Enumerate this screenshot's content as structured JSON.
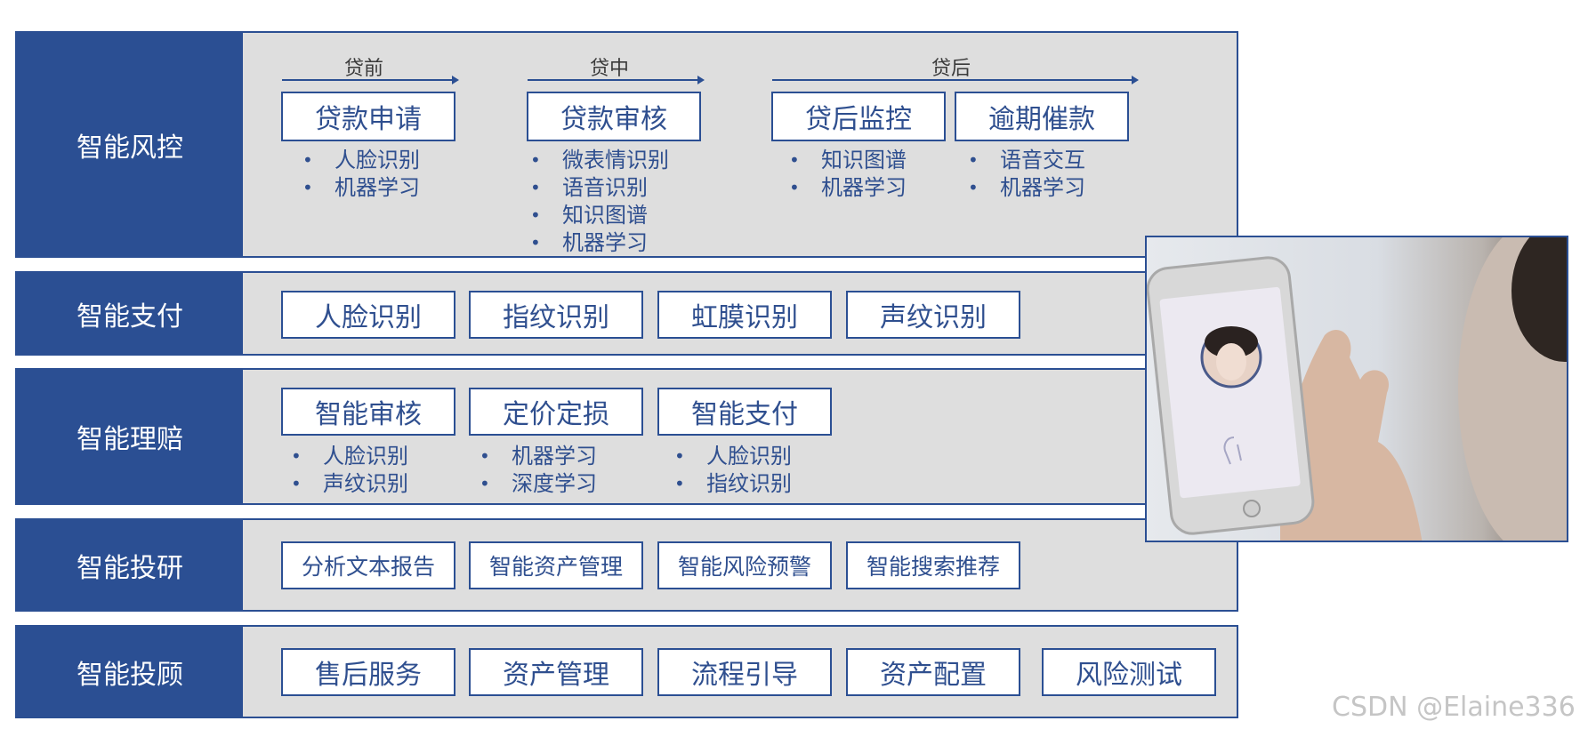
{
  "risk": {
    "label": "智能风控",
    "phases": [
      "贷前",
      "贷中",
      "贷后"
    ],
    "boxes": [
      "贷款申请",
      "贷款审核",
      "贷后监控",
      "逾期催款"
    ],
    "bullets": [
      [
        "人脸识别",
        "机器学习"
      ],
      [
        "微表情识别",
        "语音识别",
        "知识图谱",
        "机器学习"
      ],
      [
        "知识图谱",
        "机器学习"
      ],
      [
        "语音交互",
        "机器学习"
      ]
    ]
  },
  "payment": {
    "label": "智能支付",
    "boxes": [
      "人脸识别",
      "指纹识别",
      "虹膜识别",
      "声纹识别"
    ]
  },
  "claims": {
    "label": "智能理赔",
    "boxes": [
      "智能审核",
      "定价定损",
      "智能支付"
    ],
    "bullets": [
      [
        "人脸识别",
        "声纹识别"
      ],
      [
        "机器学习",
        "深度学习"
      ],
      [
        "人脸识别",
        "指纹识别"
      ]
    ]
  },
  "research": {
    "label": "智能投研",
    "boxes": [
      "分析文本报告",
      "智能资产管理",
      "智能风险预警",
      "智能搜索推荐"
    ]
  },
  "advisor": {
    "label": "智能投顾",
    "boxes": [
      "售后服务",
      "资产管理",
      "流程引导",
      "资产配置",
      "风险测试"
    ]
  },
  "watermark": "CSDN @Elaine336",
  "colors": {
    "primary": "#2b4f93",
    "band_bg": "#dedede",
    "text": "#2f4f8f"
  },
  "icons": [
    "face-recognition-phone-photo"
  ]
}
